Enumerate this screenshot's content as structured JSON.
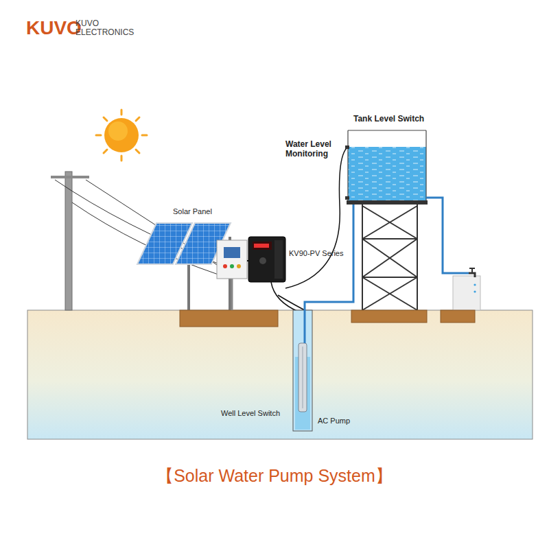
{
  "diagram": {
    "caption": "【Solar Water Pump System】",
    "labels": [
      "KUVO",
      "KUVO ELECTRONICS",
      "Tank Level Switch",
      "Water Level Monitoring",
      "Solar Panel",
      "KV90-PV Series",
      "Well Level Switch",
      "AC Pump"
    ]
  }
}
